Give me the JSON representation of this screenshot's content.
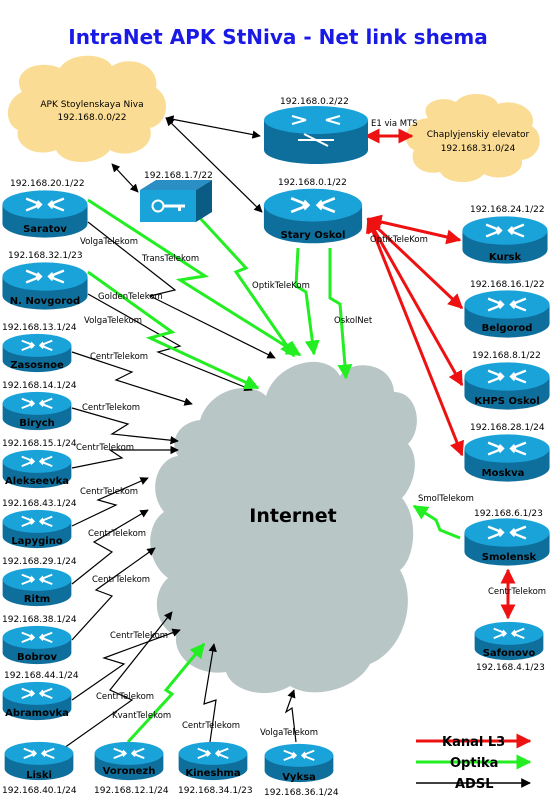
{
  "title": "IntraNet APK StNiva - Net link shema",
  "internet_label": "Internet",
  "colors": {
    "title": "#1a1ae6",
    "router": "#1aa3d9",
    "red": "#ee1111",
    "green": "#22ee22",
    "black": "#000000",
    "cloud": "#b9c6c6",
    "beige": "#fadc94"
  },
  "hub_cloud": {
    "name": "APK Stoylenskaya Niva",
    "ip": "192.168.0.0/22"
  },
  "elevator_cloud": {
    "name": "Chaplyjenskiy elevator",
    "ip": "192.168.31.0/24"
  },
  "e1_label": "E1 via MTS",
  "core_router": {
    "ip": "192.168.0.2/22"
  },
  "stary_oskol": {
    "name": "Stary Oskol",
    "ip": "192.168.0.1/22"
  },
  "vpn": {
    "ip": "192.168.1.7/22"
  },
  "left_routers": [
    {
      "name": "Saratov",
      "ip": "192.168.20.1/22"
    },
    {
      "name": "N. Novgorod",
      "ip": "192.168.32.1/23"
    },
    {
      "name": "Zasosnoe",
      "ip": "192.168.13.1/24"
    },
    {
      "name": "Birych",
      "ip": "192.168.14.1/24"
    },
    {
      "name": "Alekseevka",
      "ip": "192.168.15.1/24"
    },
    {
      "name": "Lapygino",
      "ip": "192.168.43.1/24"
    },
    {
      "name": "Ritm",
      "ip": "192.168.29.1/24"
    },
    {
      "name": "Bobrov",
      "ip": "192.168.38.1/24"
    },
    {
      "name": "Abramovka",
      "ip": "192.168.44.1/24"
    }
  ],
  "bottom_routers": [
    {
      "name": "Liski",
      "ip": "192.168.40.1/24"
    },
    {
      "name": "Voronezh",
      "ip": "192.168.12.1/24"
    },
    {
      "name": "Kineshma",
      "ip": "192.168.34.1/23"
    },
    {
      "name": "Vyksa",
      "ip": "192.168.36.1/24"
    }
  ],
  "right_routers": [
    {
      "name": "Kursk",
      "ip": "192.168.24.1/22"
    },
    {
      "name": "Belgorod",
      "ip": "192.168.16.1/22"
    },
    {
      "name": "KHPS Oskol",
      "ip": "192.168.8.1/22"
    },
    {
      "name": "Moskva",
      "ip": "192.168.28.1/24"
    },
    {
      "name": "Smolensk",
      "ip": "192.168.6.1/23"
    },
    {
      "name": "Safonovo",
      "ip": "192.168.4.1/23"
    }
  ],
  "link_labels": {
    "saratov_volga": "VolgaTelekom",
    "trans": "TransTelekom",
    "optik_1": "OptikTeleKom",
    "oskolnet": "OskolNet",
    "optik_2": "OptikTeleKom",
    "golden": "GoldenTelekom",
    "nn_volga": "VolgaTelekom",
    "zas_centr": "CentrTelekom",
    "bir_centr": "CentrTelekom",
    "alek_centr": "CentrTelekom",
    "lap_centr": "CentrTelekom",
    "ritm_centr": "CentrTelekom",
    "bob_centr": "CentrTelekom",
    "abr_centr": "CentrTelekom",
    "liski_centr": "CentrTelekom",
    "kvant": "KvantTelekom",
    "kin_centr": "CentrTelekom",
    "vyksa_volga": "VolgaTelekom",
    "smol": "SmolTelekom",
    "saf_centr": "CentrTelekom"
  },
  "legend": [
    {
      "label": "Kanal L3",
      "color": "#ee1111"
    },
    {
      "label": "Optika",
      "color": "#22ee22"
    },
    {
      "label": "ADSL",
      "color": "#000000"
    }
  ]
}
